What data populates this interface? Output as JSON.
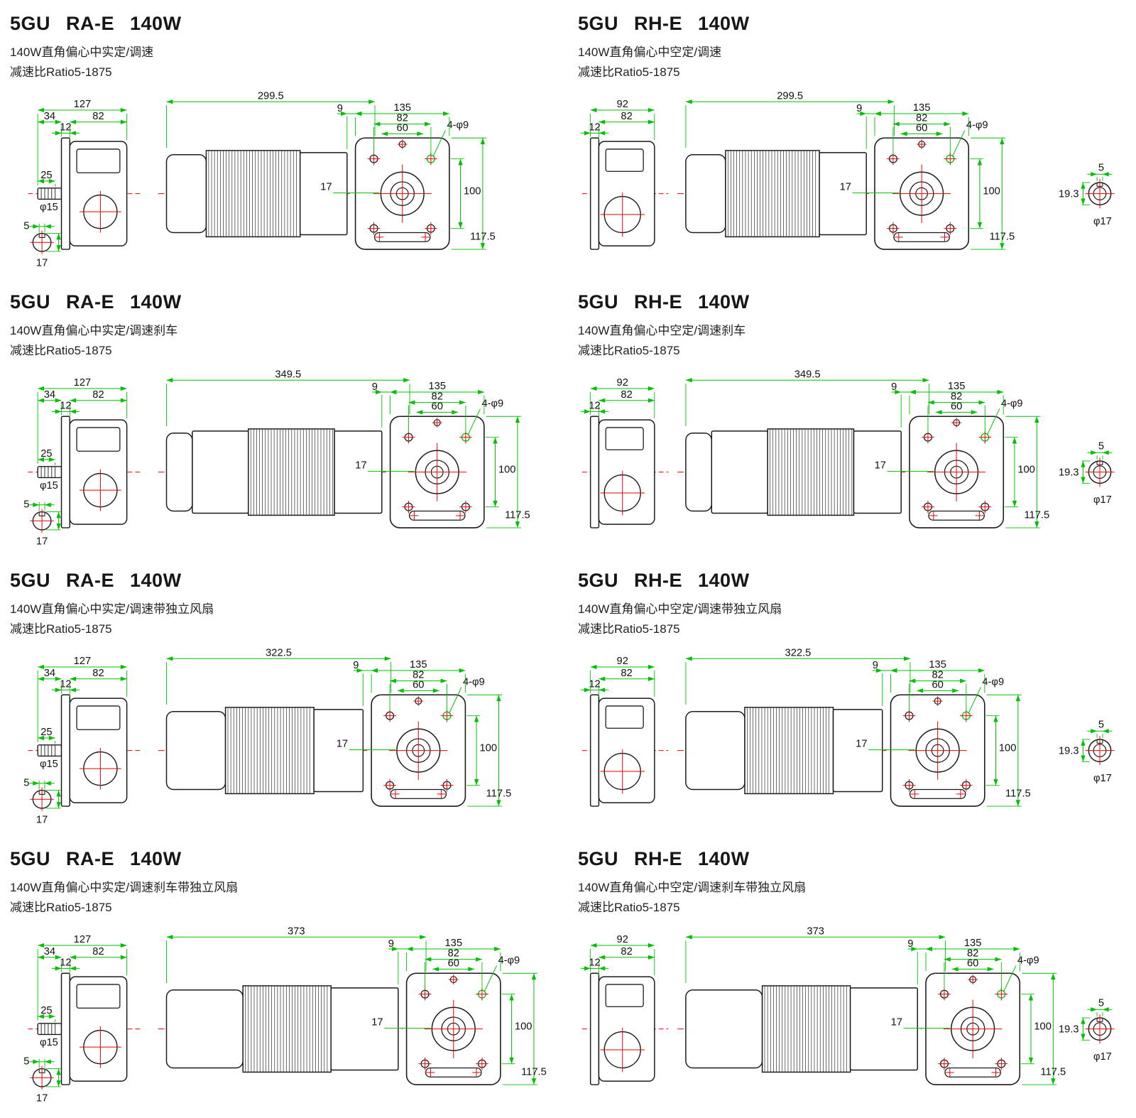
{
  "page": {
    "background": "#ffffff",
    "colors": {
      "line": "#1a1a1a",
      "dimension": "#00bf00",
      "centerline": "#e60000",
      "text": "#111111"
    }
  },
  "panels": [
    {
      "variant": "RA",
      "style": "std",
      "title": "5GU RA-E 140W",
      "subtitle": "140W直角偏心中实定/调速",
      "ratio": "减速比Ratio5-1875",
      "dims": {
        "total": "127",
        "seg1": "34",
        "seg2": "82",
        "flange": "12",
        "shaft_len": "25",
        "shaft_dia": "φ15",
        "key_w": "5",
        "key_h": "17",
        "length": "299.5",
        "gap": "9",
        "face_w": "135",
        "holes_x": "82",
        "boss_w": "60",
        "holes_note": "4-φ9",
        "pitch_v": "100",
        "height": "117.5",
        "bore": "17"
      }
    },
    {
      "variant": "RH",
      "style": "std",
      "title": "5GU RH-E 140W",
      "subtitle": "140W直角偏心中空定/调速",
      "ratio": "减速比Ratio5-1875",
      "dims": {
        "total": "92",
        "seg2": "82",
        "flange": "12",
        "length": "299.5",
        "gap": "9",
        "face_w": "135",
        "holes_x": "82",
        "boss_w": "60",
        "holes_note": "4-φ9",
        "pitch_v": "100",
        "height": "117.5",
        "bore": "17",
        "section_off": "19.3",
        "section_key": "5",
        "section_dia": "φ17"
      }
    },
    {
      "variant": "RA",
      "style": "brake",
      "title": "5GU RA-E 140W",
      "subtitle": "140W直角偏心中实定/调速刹车",
      "ratio": "减速比Ratio5-1875",
      "dims": {
        "total": "127",
        "seg1": "34",
        "seg2": "82",
        "flange": "12",
        "shaft_len": "25",
        "shaft_dia": "φ15",
        "key_w": "5",
        "key_h": "17",
        "length": "349.5",
        "gap": "9",
        "face_w": "135",
        "holes_x": "82",
        "boss_w": "60",
        "holes_note": "4-φ9",
        "pitch_v": "100",
        "height": "117.5",
        "bore": "17"
      }
    },
    {
      "variant": "RH",
      "style": "brake",
      "title": "5GU RH-E 140W",
      "subtitle": "140W直角偏心中空定/调速刹车",
      "ratio": "减速比Ratio5-1875",
      "dims": {
        "total": "92",
        "seg2": "82",
        "flange": "12",
        "length": "349.5",
        "gap": "9",
        "face_w": "135",
        "holes_x": "82",
        "boss_w": "60",
        "holes_note": "4-φ9",
        "pitch_v": "100",
        "height": "117.5",
        "bore": "17",
        "section_off": "19.3",
        "section_key": "5",
        "section_dia": "φ17"
      }
    },
    {
      "variant": "RA",
      "style": "fan",
      "title": "5GU RA-E 140W",
      "subtitle": "140W直角偏心中实定/调速带独立风扇",
      "ratio": "减速比Ratio5-1875",
      "dims": {
        "total": "127",
        "seg1": "34",
        "seg2": "82",
        "flange": "12",
        "shaft_len": "25",
        "shaft_dia": "φ15",
        "key_w": "5",
        "key_h": "17",
        "length": "322.5",
        "gap": "9",
        "face_w": "135",
        "holes_x": "82",
        "boss_w": "60",
        "holes_note": "4-φ9",
        "pitch_v": "100",
        "height": "117.5",
        "bore": "17"
      }
    },
    {
      "variant": "RH",
      "style": "fan",
      "title": "5GU RH-E 140W",
      "subtitle": "140W直角偏心中空定/调速带独立风扇",
      "ratio": "减速比Ratio5-1875",
      "dims": {
        "total": "92",
        "seg2": "82",
        "flange": "12",
        "length": "322.5",
        "gap": "9",
        "face_w": "135",
        "holes_x": "82",
        "boss_w": "60",
        "holes_note": "4-φ9",
        "pitch_v": "100",
        "height": "117.5",
        "bore": "17",
        "section_off": "19.3",
        "section_key": "5",
        "section_dia": "φ17"
      }
    },
    {
      "variant": "RA",
      "style": "brakefan",
      "title": "5GU RA-E 140W",
      "subtitle": "140W直角偏心中实定/调速刹车带独立风扇",
      "ratio": "减速比Ratio5-1875",
      "dims": {
        "total": "127",
        "seg1": "34",
        "seg2": "82",
        "flange": "12",
        "shaft_len": "25",
        "shaft_dia": "φ15",
        "key_w": "5",
        "key_h": "17",
        "length": "373",
        "gap": "9",
        "face_w": "135",
        "holes_x": "82",
        "boss_w": "60",
        "holes_note": "4-φ9",
        "pitch_v": "100",
        "height": "117.5",
        "bore": "17"
      }
    },
    {
      "variant": "RH",
      "style": "brakefan",
      "title": "5GU RH-E 140W",
      "subtitle": "140W直角偏心中空定/调速刹车带独立风扇",
      "ratio": "减速比Ratio5-1875",
      "dims": {
        "total": "92",
        "seg2": "82",
        "flange": "12",
        "length": "373",
        "gap": "9",
        "face_w": "135",
        "holes_x": "82",
        "boss_w": "60",
        "holes_note": "4-φ9",
        "pitch_v": "100",
        "height": "117.5",
        "bore": "17",
        "section_off": "19.3",
        "section_key": "5",
        "section_dia": "φ17"
      }
    }
  ]
}
